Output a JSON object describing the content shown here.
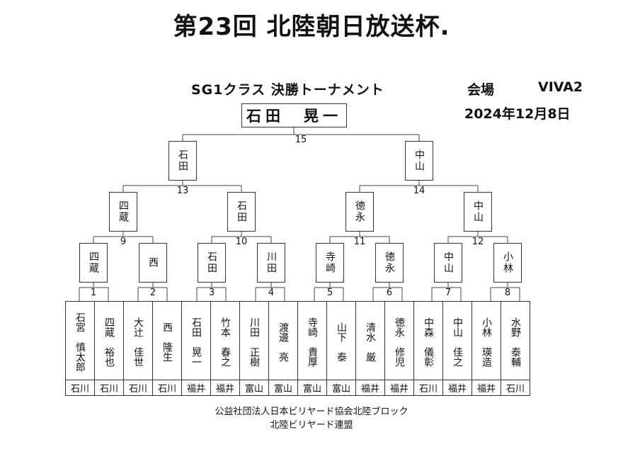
{
  "header": {
    "title": "第23回 北陸朝日放送杯.",
    "subtitle": "SG1クラス 決勝トーナメント",
    "venue_label": "会場",
    "venue_value": "VIVA2",
    "date": "2024年12月8日"
  },
  "champion": "石田　晃一",
  "semifinal_winners": [
    "石田",
    "中山"
  ],
  "quarterfinal_winners": [
    "四蔵",
    "石田",
    "徳永",
    "中山"
  ],
  "round1_winners": [
    "四蔵",
    "西",
    "石田",
    "川田",
    "寺崎",
    "徳永",
    "中山",
    "小林"
  ],
  "match_numbers": {
    "final": "15",
    "semis": [
      "13",
      "14"
    ],
    "quarters": [
      "9",
      "10",
      "11",
      "12"
    ],
    "round1": [
      "1",
      "2",
      "3",
      "4",
      "5",
      "6",
      "7",
      "8"
    ]
  },
  "players": [
    {
      "name": "石宮　慎太郎",
      "pref": "石川"
    },
    {
      "name": "四蔵　裕也",
      "pref": "石川"
    },
    {
      "name": "大辻　佳世",
      "pref": "石川"
    },
    {
      "name": "西　隆生",
      "pref": "石川"
    },
    {
      "name": "石田　晃一",
      "pref": "福井"
    },
    {
      "name": "竹本　春之",
      "pref": "福井"
    },
    {
      "name": "川田　正樹",
      "pref": "富山"
    },
    {
      "name": "渡邊　亮",
      "pref": "富山"
    },
    {
      "name": "寺崎　貴厚",
      "pref": "富山"
    },
    {
      "name": "山下　泰",
      "pref": "富山"
    },
    {
      "name": "清水　厳",
      "pref": "福井"
    },
    {
      "name": "徳永　修児",
      "pref": "福井"
    },
    {
      "name": "中森　儀彰",
      "pref": "石川"
    },
    {
      "name": "中山　佳之",
      "pref": "福井"
    },
    {
      "name": "小林　瑛造",
      "pref": "福井"
    },
    {
      "name": "水野　泰輔",
      "pref": "石川"
    }
  ],
  "footer": {
    "line1": "公益社団法人日本ビリヤード協会北陸ブロック",
    "line2": "北陸ビリヤード連盟"
  }
}
